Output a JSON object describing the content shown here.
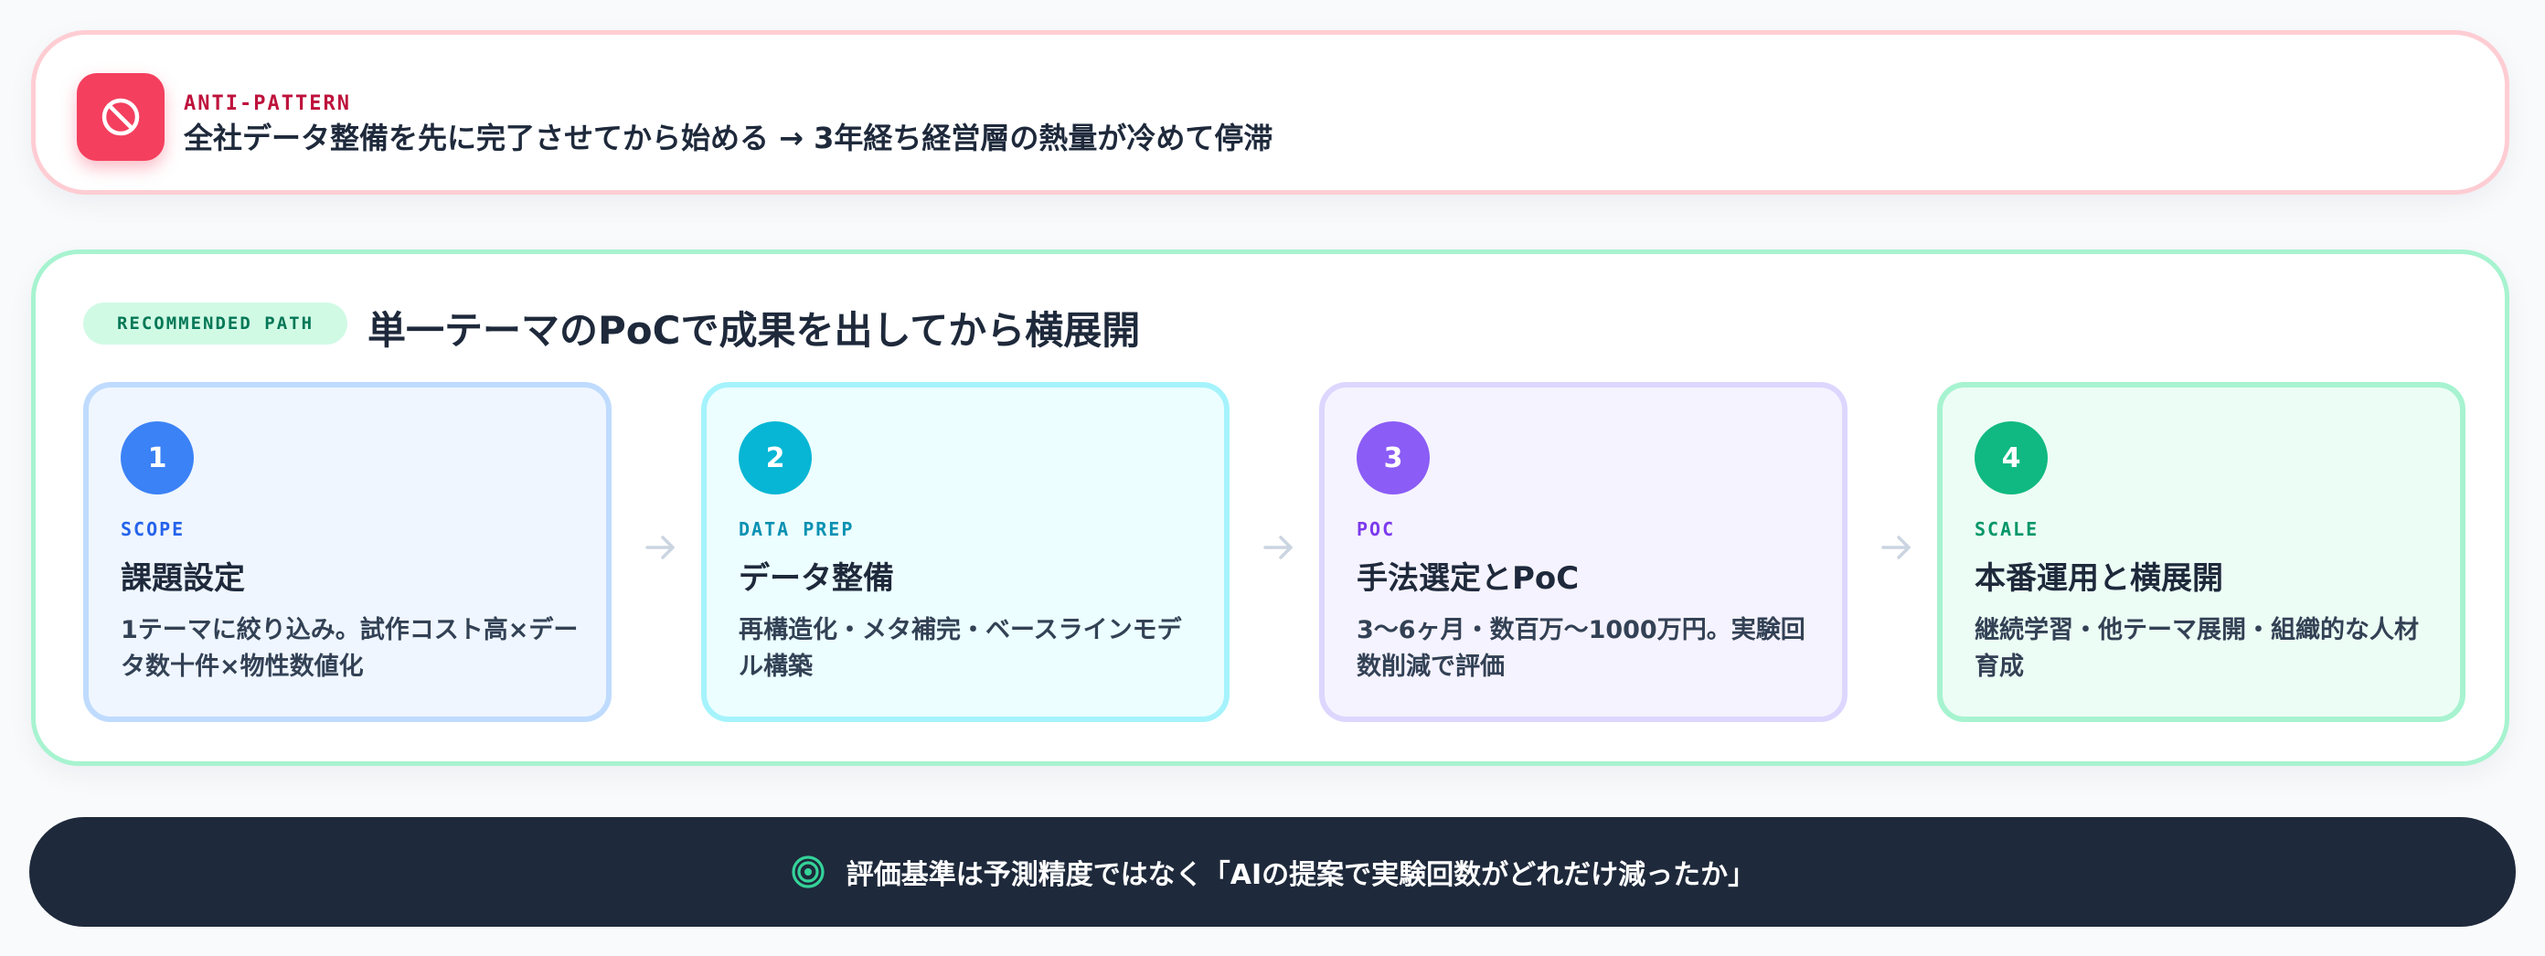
{
  "anti_pattern": {
    "eyebrow": "ANTI-PATTERN",
    "text": "全社データ整備を先に完了させてから始める → 3年経ち経営層の熱量が冷めて停滞",
    "icon": "prohibited-icon",
    "accent_color": "#f43f5e"
  },
  "recommended": {
    "badge": "RECOMMENDED PATH",
    "title": "単一テーマのPoCで成果を出してから横展開",
    "accent_color": "#10b981",
    "steps": [
      {
        "number": "1",
        "eyebrow": "SCOPE",
        "title": "課題設定",
        "description": "1テーマに絞り込み。試作コスト高×データ数十件×物性数値化",
        "color": "#3b82f6"
      },
      {
        "number": "2",
        "eyebrow": "DATA PREP",
        "title": "データ整備",
        "description": "再構造化・メタ補完・ベースラインモデル構築",
        "color": "#06b6d4"
      },
      {
        "number": "3",
        "eyebrow": "POC",
        "title": "手法選定とPoC",
        "description": "3〜6ヶ月・数百万〜1000万円。実験回数削減で評価",
        "color": "#8b5cf6"
      },
      {
        "number": "4",
        "eyebrow": "SCALE",
        "title": "本番運用と横展開",
        "description": "継続学習・他テーマ展開・組織的な人材育成",
        "color": "#10b981"
      }
    ],
    "arrow_icon": "arrow-right-icon"
  },
  "criterion": {
    "icon": "target-icon",
    "text": "評価基準は予測精度ではなく「AIの提案で実験回数がどれだけ減ったか」"
  }
}
